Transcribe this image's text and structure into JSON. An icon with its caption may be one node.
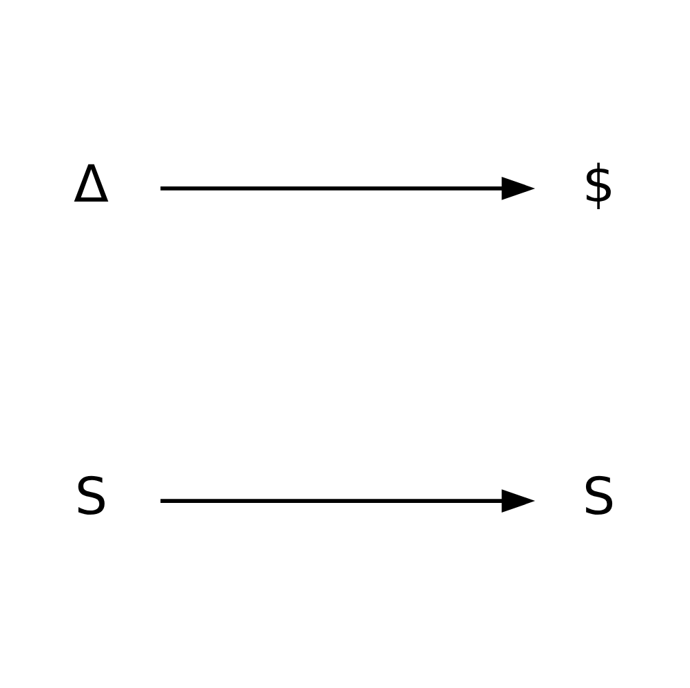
{
  "diagram": {
    "nodes": [
      {
        "text": [
          "S"
        ]
      },
      {
        "text": [
          "S"
        ]
      },
      {
        "text": [
          "$"
        ]
      },
      {
        "text": [
          "Δ"
        ]
      }
    ],
    "edges": [
      {
        "from": 0,
        "to": 1,
        "arrow": "to"
      },
      {
        "from": 3,
        "to": 2,
        "arrow": "to"
      }
    ]
  }
}
